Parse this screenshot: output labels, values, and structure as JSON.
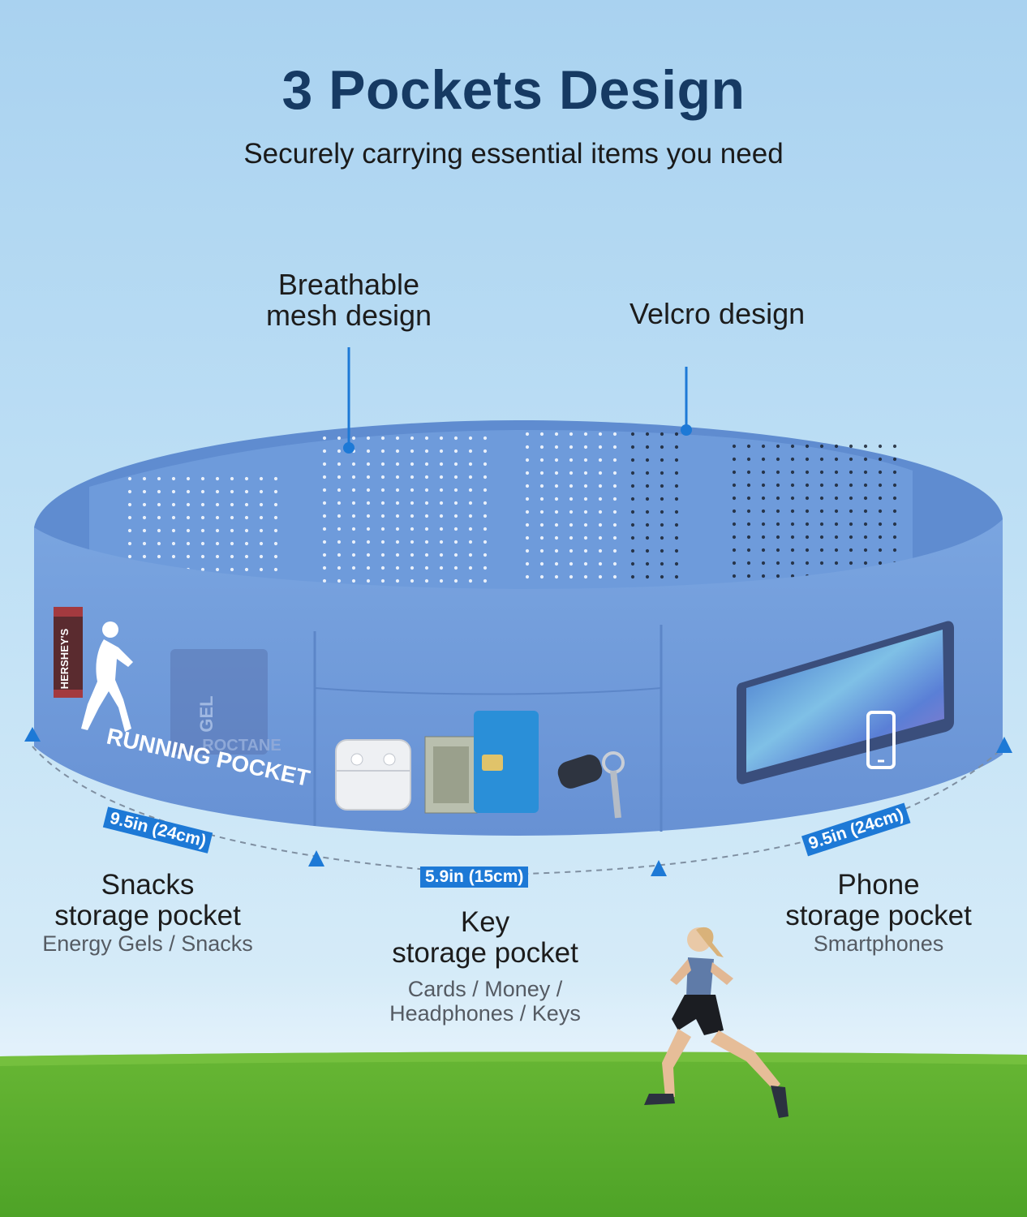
{
  "header": {
    "title": "3 Pockets Design",
    "subtitle": "Securely carrying essential items you need"
  },
  "callouts": {
    "mesh_line1": "Breathable",
    "mesh_line2": "mesh design",
    "velcro": "Velcro design"
  },
  "belt_print": {
    "brand_text": "RUNNING POCKET",
    "snack_bar": "HERSHEY'S",
    "gel": "GEL",
    "gel_brand": "ROCTANE"
  },
  "dimensions": {
    "left": "9.5in (24cm)",
    "middle": "5.9in (15cm)",
    "right": "9.5in (24cm)"
  },
  "pockets": {
    "snacks": {
      "line1": "Snacks",
      "line2": "storage pocket",
      "items": "Energy Gels / Snacks"
    },
    "key": {
      "line1": "Key",
      "line2": "storage pocket",
      "items_line1": "Cards / Money /",
      "items_line2": "Headphones / Keys"
    },
    "phone": {
      "line1": "Phone",
      "line2": "storage pocket",
      "items": "Smartphones"
    }
  },
  "colors": {
    "title": "#163a63",
    "belt": "#6f9ad9",
    "accent": "#1d79d6",
    "grass": "#5fb32e"
  }
}
